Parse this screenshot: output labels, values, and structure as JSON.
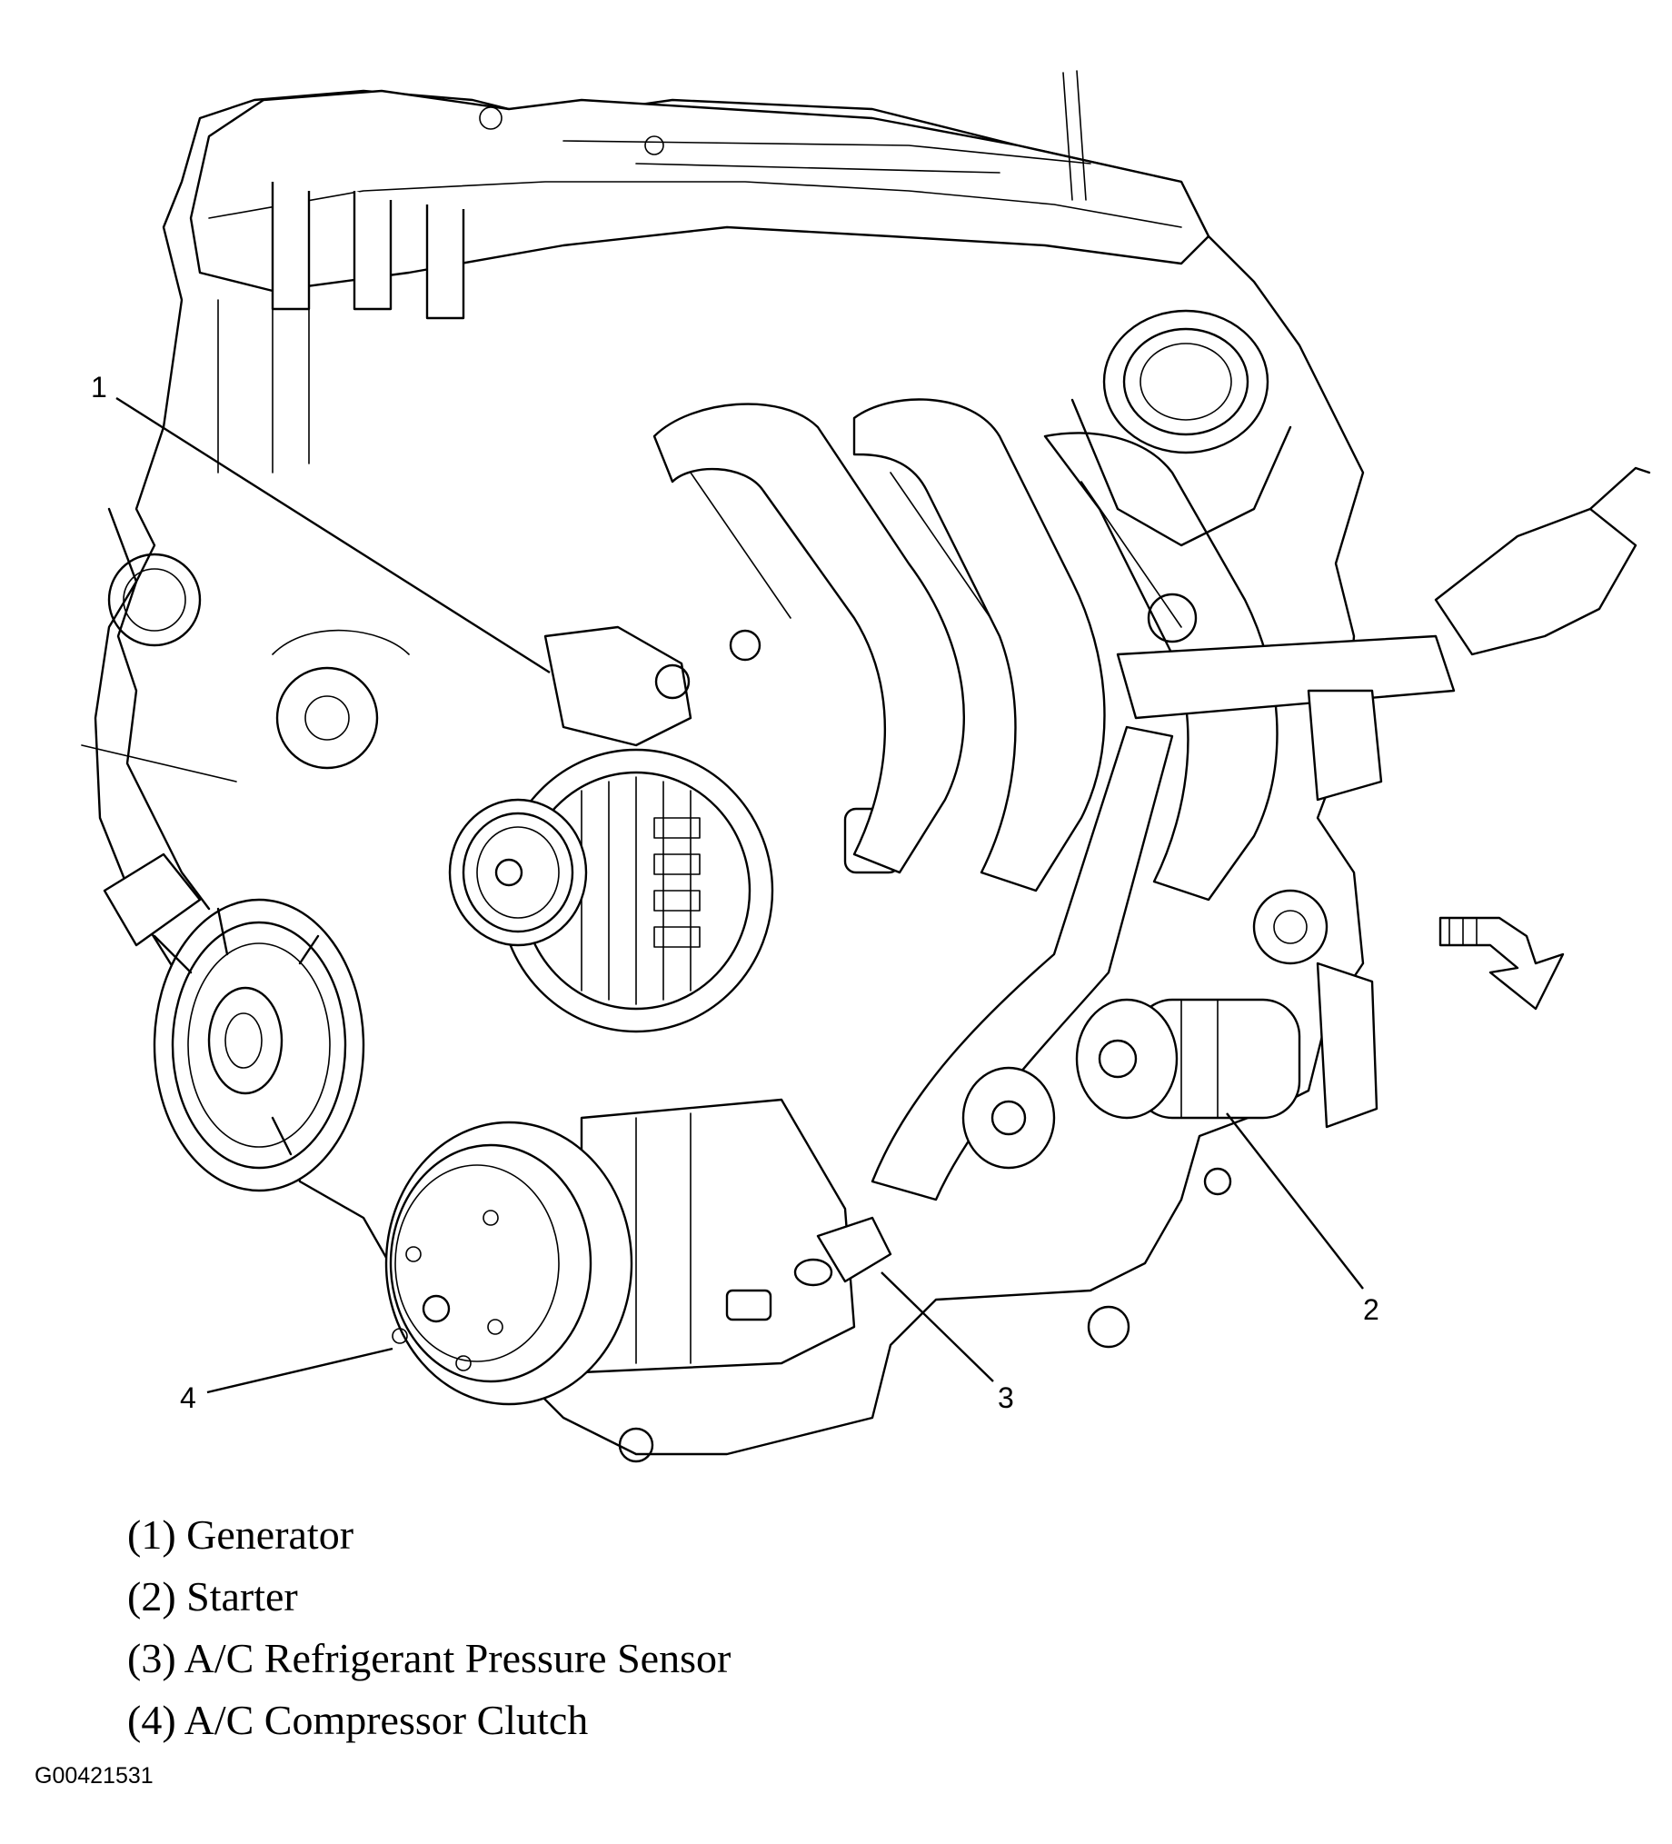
{
  "callouts": {
    "generator": "1",
    "starter": "2",
    "pressure_sensor": "3",
    "compressor_clutch": "4"
  },
  "legend": [
    "(1) Generator",
    "(2) Starter",
    "(3) A/C Refrigerant Pressure Sensor",
    "(4) A/C Compressor Clutch"
  ],
  "figure_id": "G00421531",
  "icons": {
    "direction_arrow": "front-direction-arrow-icon"
  },
  "colors": {
    "line": "#000000",
    "background": "#ffffff"
  }
}
